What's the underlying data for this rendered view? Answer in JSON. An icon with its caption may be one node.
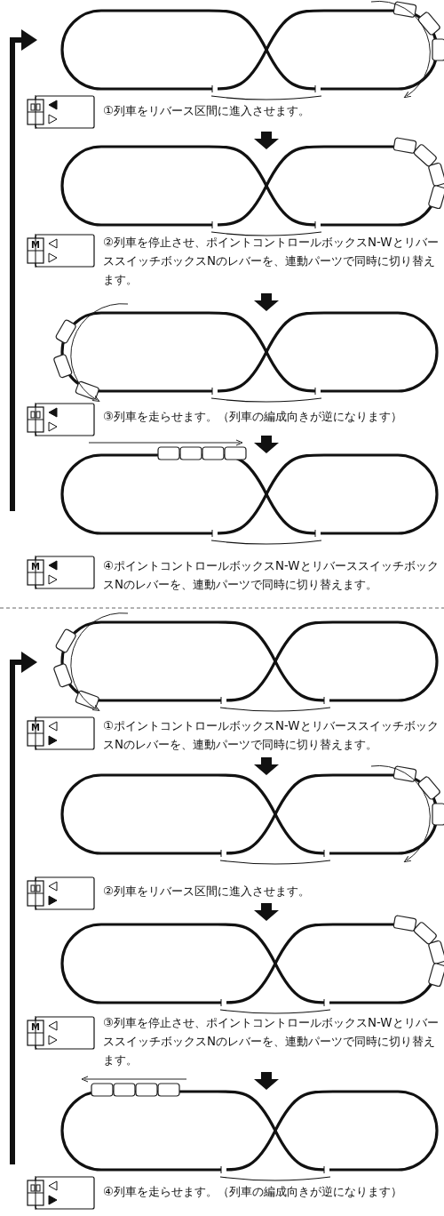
{
  "diagram": {
    "labels": [
      "①列車をリバース区間に進入させます。",
      "M",
      "②列車を停止させ、ポイントコントロールボックスN-WとリバーススイッチボックスNのレバーを、連動パーツで同時に切り替えます。",
      "③列車を走らせます。（列車の編成向きが逆になります）",
      "M",
      "④ポイントコントロールボックスN-WとリバーススイッチボックスNのレバーを、連動パーツで同時に切り替えます。",
      "M",
      "①ポイントコントロールボックスN-WとリバーススイッチボックスNのレバーを、連動パーツで同時に切り替えます。",
      "②列車をリバース区間に進入させます。",
      "M",
      "③列車を停止させ、ポイントコントロールボックスN-WとリバーススイッチボックスNのレバーを、連動パーツで同時に切り替えます。",
      "④列車を走らせます。（列車の編成向きが逆になります）"
    ]
  }
}
